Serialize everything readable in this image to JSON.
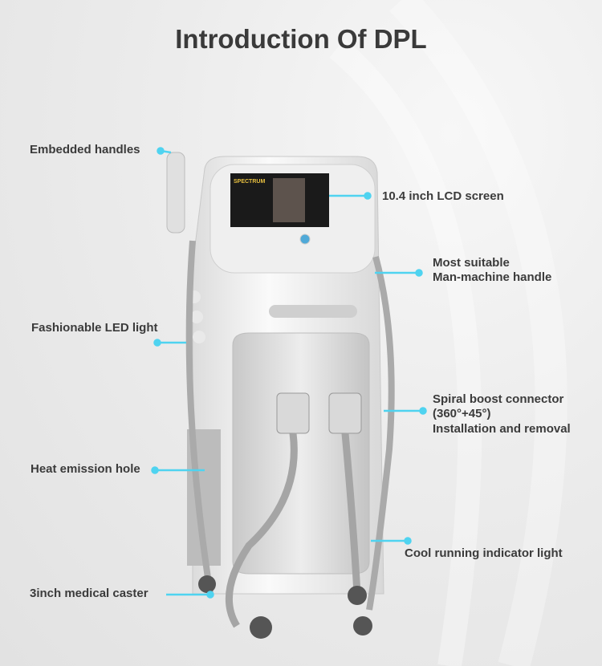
{
  "title": "Introduction Of DPL",
  "accent_color": "#4fd3f0",
  "screen_brand": "SPECTRUM",
  "labels": {
    "embedded_handles": "Embedded handles",
    "lcd_screen": "10.4 inch LCD screen",
    "handle_line1": "Most suitable",
    "handle_line2": "Man-machine handle",
    "led_light": "Fashionable LED light",
    "spiral_line1": "Spiral boost connector",
    "spiral_line2": "(360°+45°)",
    "spiral_line3": "Installation and removal",
    "heat_hole": "Heat emission hole",
    "cool_light": "Cool running indicator light",
    "caster": "3inch medical caster"
  }
}
